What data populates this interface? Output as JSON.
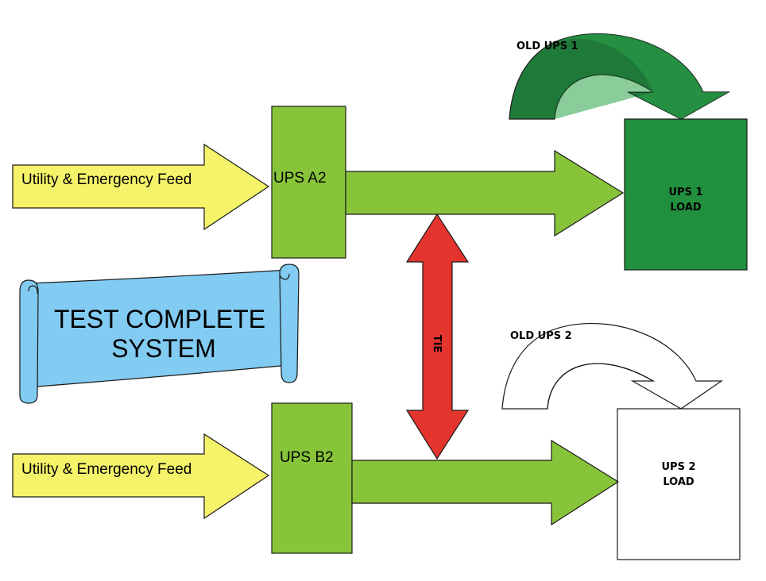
{
  "feeds": {
    "top_label": "Utility & Emergency Feed",
    "bottom_label": "Utility & Emergency Feed"
  },
  "ups": {
    "a2_label": "UPS A2",
    "b2_label": "UPS B2"
  },
  "loads": {
    "ups1_line1": "UPS 1",
    "ups1_line2": "LOAD",
    "ups2_line1": "UPS 2",
    "ups2_line2": "LOAD"
  },
  "old_ups": {
    "ups1_label": "OLD UPS 1",
    "ups2_label": "OLD UPS 2"
  },
  "tie": {
    "label": "TIE"
  },
  "banner": {
    "line1": "TEST COMPLETE",
    "line2": "SYSTEM"
  },
  "colors": {
    "feed_yellow": "#f5f36a",
    "ups_green": "#88c43a",
    "load_green": "#21903e",
    "tie_red": "#e3342e",
    "banner_blue": "#82cbf2",
    "outline": "#1a1a1a"
  }
}
